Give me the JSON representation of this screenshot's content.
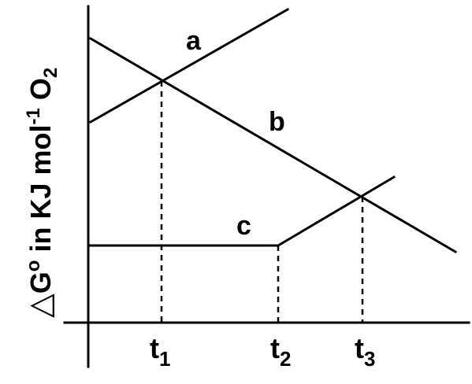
{
  "axis": {
    "y_label_delta": "△",
    "y_label_g": "G",
    "y_label_sup": "o",
    "y_label_mid": " in KJ mol",
    "y_label_exp": "-1",
    "y_label_o": " O",
    "y_label_sub": "2"
  },
  "lines": {
    "a": "a",
    "b": "b",
    "c": "c"
  },
  "ticks": [
    {
      "base": "t",
      "sub": "1"
    },
    {
      "base": "t",
      "sub": "2"
    },
    {
      "base": "t",
      "sub": "3"
    }
  ]
}
